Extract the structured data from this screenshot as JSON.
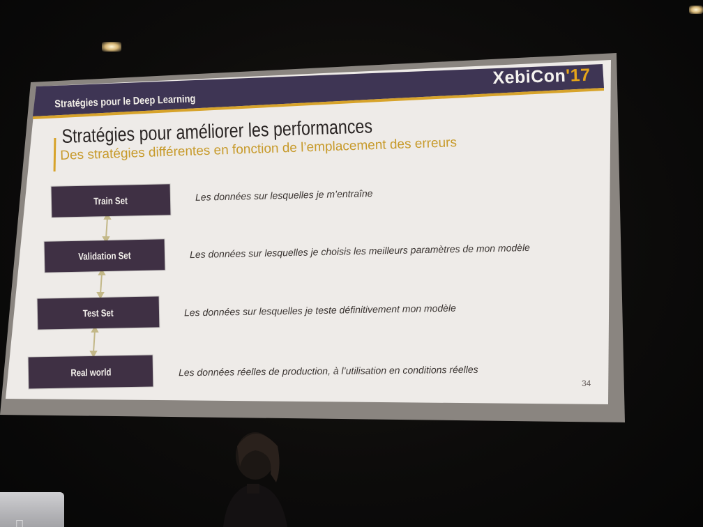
{
  "slide": {
    "header_title": "Stratégies pour le Deep Learning",
    "brand": {
      "name": "XebiCon",
      "year": "'17"
    },
    "title": "Stratégies pour améliorer les performances",
    "subtitle": "Des stratégies différentes en fonction de l’emplacement des erreurs",
    "stages": [
      {
        "label": "Train Set",
        "description": "Les données sur lesquelles je m’entraîne"
      },
      {
        "label": "Validation Set",
        "description": "Les données sur lesquelles je choisis les meilleurs paramètres de mon modèle"
      },
      {
        "label": "Test Set",
        "description": "Les données sur lesquelles je teste définitivement mon modèle"
      },
      {
        "label": "Real world",
        "description": "Les données réelles de production, à l’utilisation en conditions réelles"
      }
    ],
    "page_number": "34"
  },
  "colors": {
    "header_bar": "#3f3550",
    "header_accent_line": "#d7a32a",
    "stage_box": "#3f3044",
    "subtitle": "#c79a2a",
    "brand_year": "#e6a519",
    "connector_arrow": "#c9bf8c"
  }
}
